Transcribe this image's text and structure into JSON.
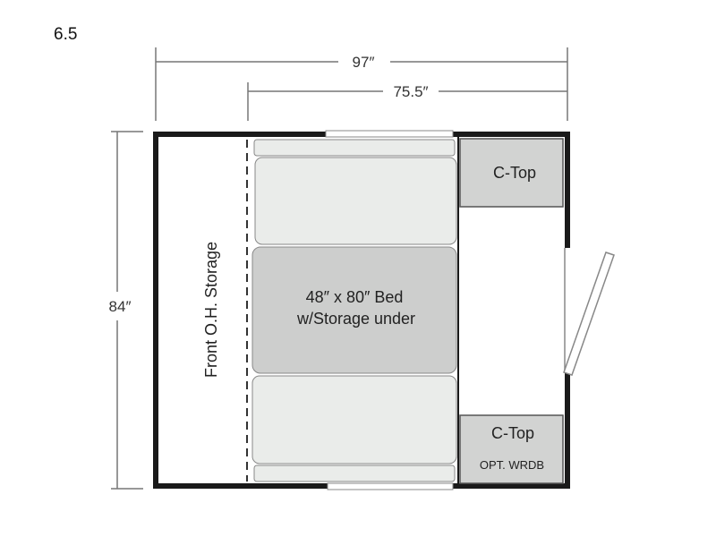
{
  "model": "6.5",
  "dimensions": {
    "overall_width": "97″",
    "interior_width": "75.5″",
    "height": "84″"
  },
  "labels": {
    "front_storage": "Front O.H. Storage",
    "bed_line1": "48″ x 80″ Bed",
    "bed_line2": "w/Storage under",
    "ctop_top": "C-Top",
    "ctop_bottom": "C-Top",
    "opt_wrdb": "OPT. WRDB"
  },
  "colors": {
    "wall": "#1a1a1a",
    "cushion": "#eaecea",
    "bed": "#cdcecd",
    "counter": "#d2d3d2",
    "line": "#888888"
  }
}
